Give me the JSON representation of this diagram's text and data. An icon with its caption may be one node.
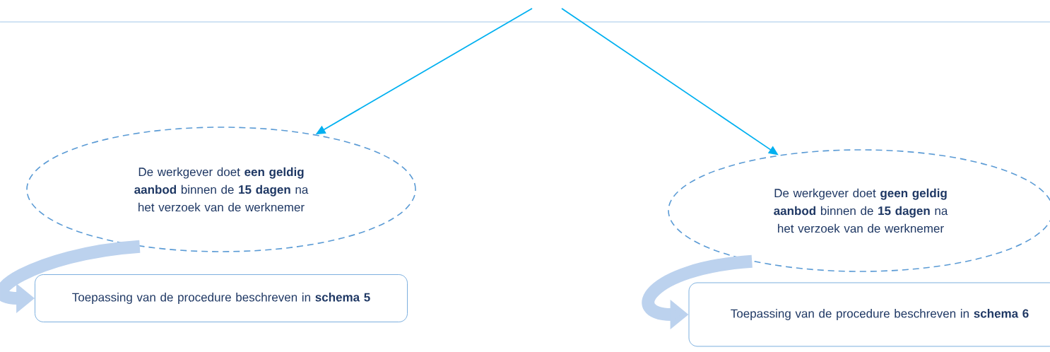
{
  "diagram": {
    "nodes": [
      {
        "text": [
          "De werkgever doet **een geldig aanbod** binnen de **15 dagen** na het verzoek van de werknemer"
        ]
      },
      {
        "text": [
          "Toepassing van de procedure beschreven in **schema 5**"
        ]
      },
      {
        "text": [
          "De werkgever doet **geen geldig aanbod** binnen de **15 dagen** na het verzoek van de werknemer"
        ]
      },
      {
        "text": [
          "Toepassing van de procedure beschreven in **schema 6**"
        ]
      }
    ],
    "edges": [
      {
        "from": null,
        "to": 0,
        "arrow": "to",
        "color": "#00b0f0"
      },
      {
        "from": null,
        "to": 2,
        "arrow": "to",
        "color": "#00b0f0"
      },
      {
        "from": 0,
        "to": 1,
        "arrow": "to",
        "style": "thick",
        "color": "#bcd2ee"
      },
      {
        "from": 2,
        "to": 3,
        "arrow": "to",
        "style": "thick",
        "color": "#bcd2ee"
      }
    ]
  }
}
